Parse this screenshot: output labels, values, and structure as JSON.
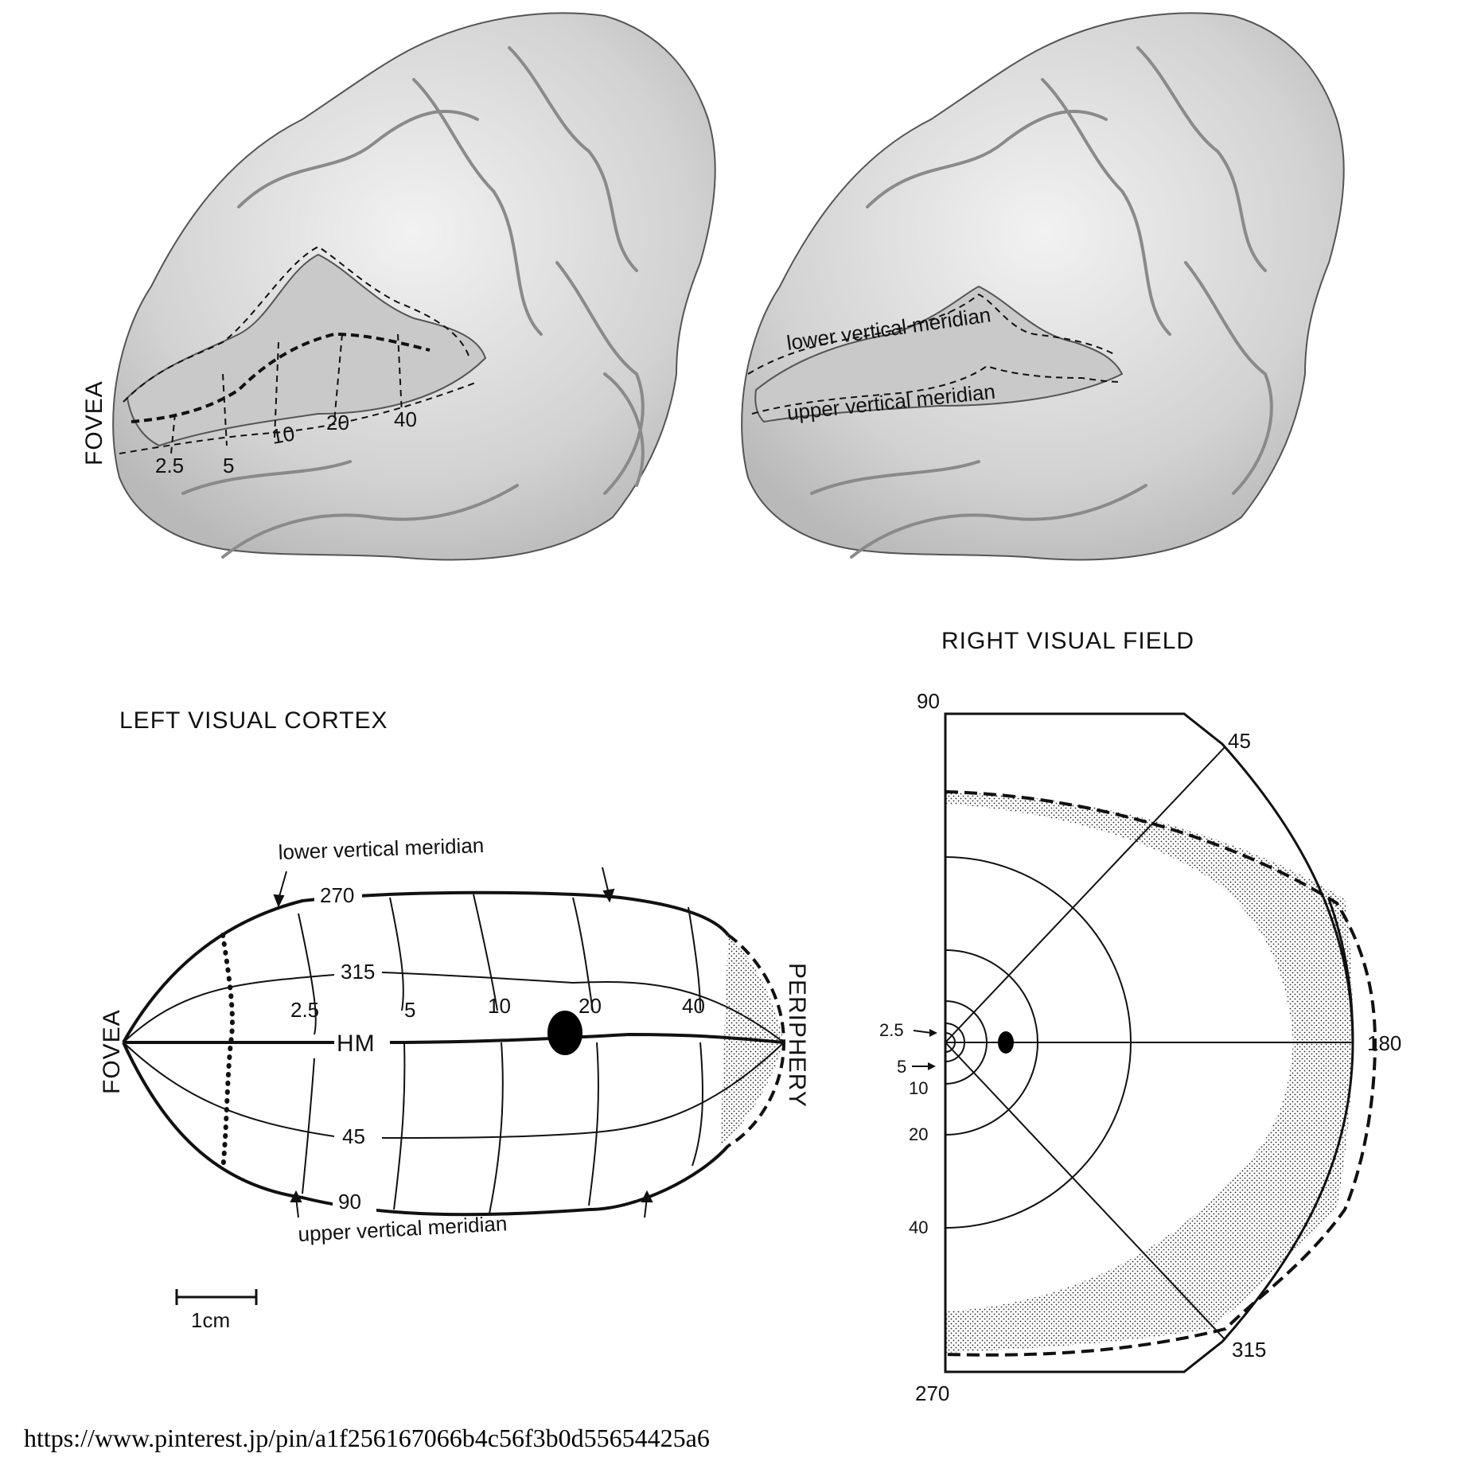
{
  "brain_left": {
    "fovea": "FOVEA",
    "eccentricity": [
      "2.5",
      "5",
      "10",
      "20",
      "40"
    ]
  },
  "brain_right": {
    "lower": "lower vertical meridian",
    "upper": "upper vertical meridian"
  },
  "cortex_map": {
    "title": "LEFT VISUAL CORTEX",
    "lower_meridian": "lower vertical meridian",
    "upper_meridian": "upper vertical meridian",
    "fovea": "FOVEA",
    "periphery": "PERIPHERY",
    "hm": "HM",
    "angles": [
      "270",
      "315",
      "45",
      "90"
    ],
    "eccentricity": [
      "2.5",
      "5",
      "10",
      "20",
      "40"
    ],
    "scale_bar": "1cm"
  },
  "field_map": {
    "title": "RIGHT VISUAL FIELD",
    "angles": [
      "90",
      "45",
      "180",
      "315",
      "270"
    ],
    "eccentricity": [
      "2.5",
      "5",
      "10",
      "20",
      "40"
    ]
  },
  "source_url": "https://www.pinterest.jp/pin/a1f256167066b4c56f3b0d55654425a6",
  "colors": {
    "ink": "#111111",
    "shade": "#d9d9d9",
    "paper": "#ffffff"
  }
}
